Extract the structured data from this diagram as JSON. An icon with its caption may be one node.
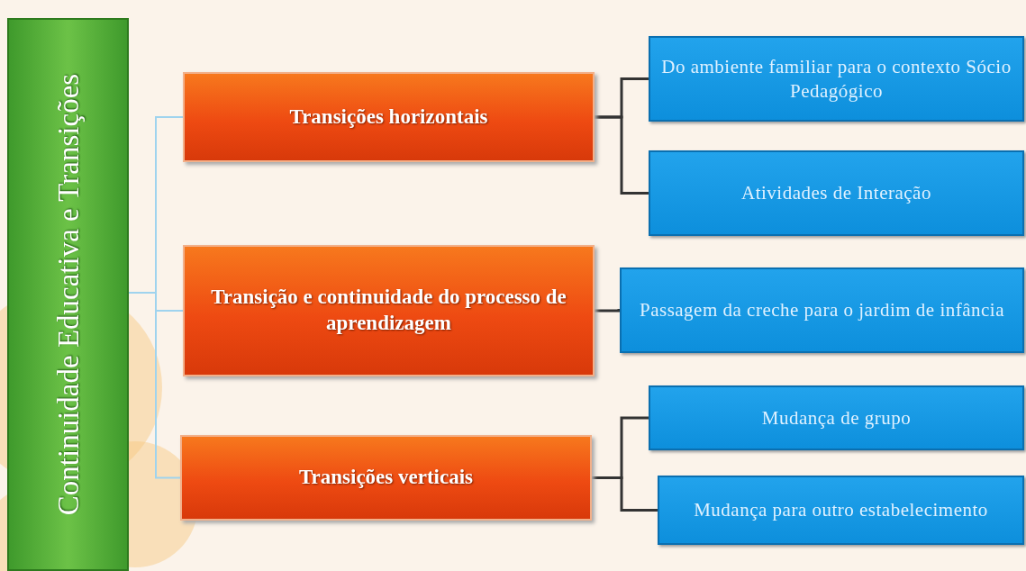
{
  "diagram": {
    "nodes": [
      {
        "text": [
          "Continuidade Educativa  e Transições"
        ]
      },
      {
        "text": [
          "Transições horizontais"
        ]
      },
      {
        "text": [
          "Transição e continuidade  do processo de aprendizagem"
        ]
      },
      {
        "text": [
          "Transições verticais"
        ]
      },
      {
        "text": [
          "Do ambiente familiar para o contexto Sócio Pedagógico"
        ]
      },
      {
        "text": [
          "Atividades de Interação"
        ]
      },
      {
        "text": [
          "Passagem da  creche para o jardim de infância"
        ]
      },
      {
        "text": [
          "Mudança de grupo"
        ]
      },
      {
        "text": [
          "Mudança para outro estabelecimento"
        ]
      }
    ],
    "edges": [
      {
        "from": 0,
        "to": 1,
        "arrow": "none",
        "color": "#9fd3ee"
      },
      {
        "from": 0,
        "to": 2,
        "arrow": "none",
        "color": "#9fd3ee"
      },
      {
        "from": 0,
        "to": 3,
        "arrow": "none",
        "color": "#9fd3ee"
      },
      {
        "from": 1,
        "to": 4,
        "arrow": "none"
      },
      {
        "from": 1,
        "to": 5,
        "arrow": "none"
      },
      {
        "from": 2,
        "to": 6,
        "arrow": "none"
      },
      {
        "from": 3,
        "to": 7,
        "arrow": "none"
      },
      {
        "from": 3,
        "to": 8,
        "arrow": "none"
      }
    ]
  }
}
